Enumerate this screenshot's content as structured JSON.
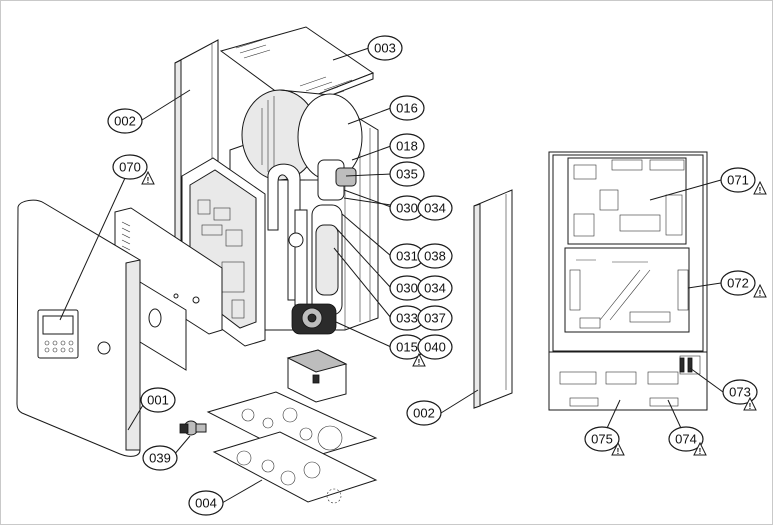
{
  "diagram": {
    "callouts": [
      {
        "id": "c002a",
        "label": "002",
        "warn": false
      },
      {
        "id": "c003",
        "label": "003",
        "warn": false
      },
      {
        "id": "c016",
        "label": "016",
        "warn": false
      },
      {
        "id": "c018",
        "label": "018",
        "warn": false
      },
      {
        "id": "c035",
        "label": "035",
        "warn": false
      },
      {
        "id": "c030a",
        "label": "030",
        "warn": false
      },
      {
        "id": "c034a",
        "label": "034",
        "warn": false
      },
      {
        "id": "c031",
        "label": "031",
        "warn": false
      },
      {
        "id": "c038",
        "label": "038",
        "warn": false
      },
      {
        "id": "c030b",
        "label": "030",
        "warn": false
      },
      {
        "id": "c034b",
        "label": "034",
        "warn": false
      },
      {
        "id": "c033",
        "label": "033",
        "warn": false
      },
      {
        "id": "c037",
        "label": "037",
        "warn": false
      },
      {
        "id": "c015",
        "label": "015",
        "warn": false
      },
      {
        "id": "c040",
        "label": "040",
        "warn": true
      },
      {
        "id": "c070",
        "label": "070",
        "warn": true
      },
      {
        "id": "c001",
        "label": "001",
        "warn": false
      },
      {
        "id": "c039",
        "label": "039",
        "warn": false
      },
      {
        "id": "c004",
        "label": "004",
        "warn": false
      },
      {
        "id": "c002b",
        "label": "002",
        "warn": false
      },
      {
        "id": "c071",
        "label": "071",
        "warn": true
      },
      {
        "id": "c072",
        "label": "072",
        "warn": true
      },
      {
        "id": "c073",
        "label": "073",
        "warn": true
      },
      {
        "id": "c075",
        "label": "075",
        "warn": true
      },
      {
        "id": "c074",
        "label": "074",
        "warn": true
      }
    ],
    "warning_symbol": "!"
  }
}
